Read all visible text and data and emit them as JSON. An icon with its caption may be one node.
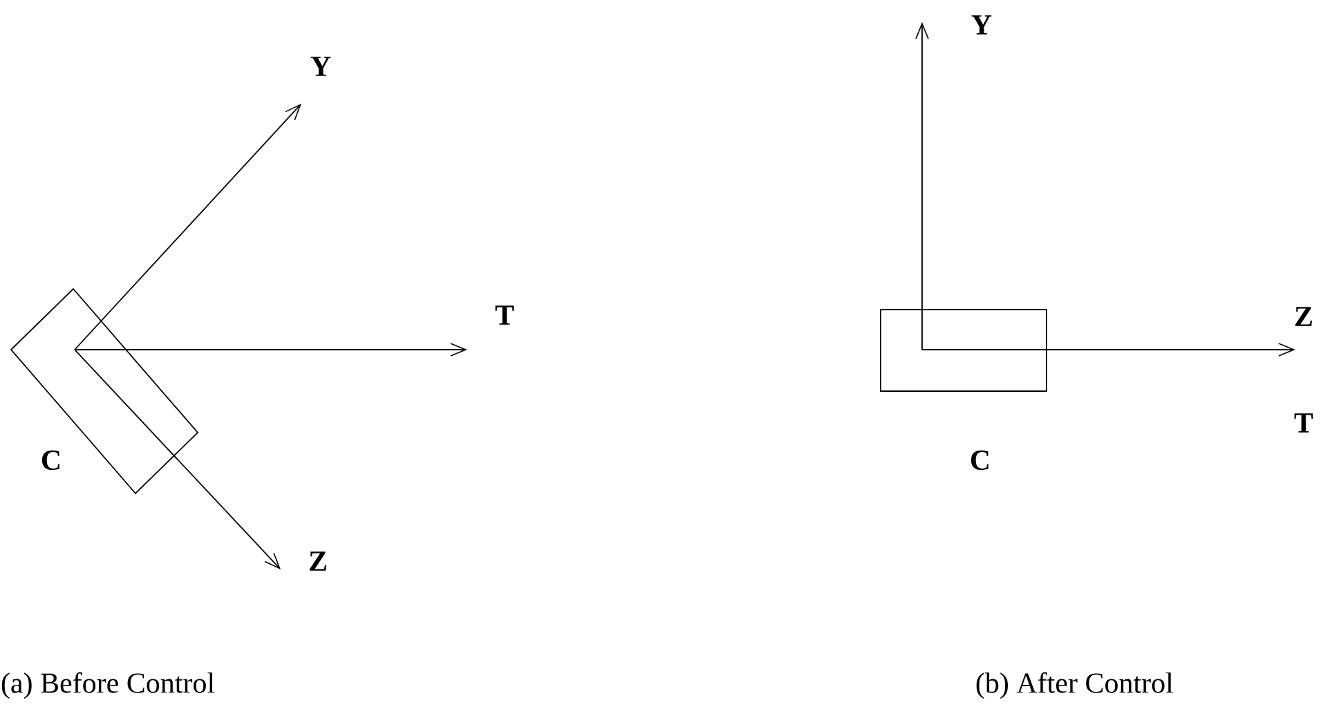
{
  "diagram": {
    "labels": [
      "Y",
      "T",
      "C",
      "Z",
      "(a) Before Control",
      "Y",
      "Z",
      "T",
      "C",
      "(b) After Control"
    ]
  }
}
